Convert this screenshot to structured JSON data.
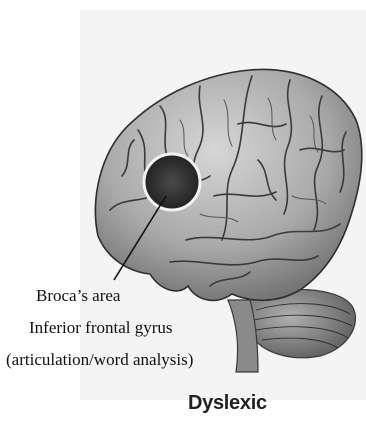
{
  "figure": {
    "label_lines": [
      "Broca’s area",
      "Inferior frontal gyrus",
      "(articulation/word analysis)"
    ],
    "title": "Dyslexic"
  },
  "colors": {
    "background": "#ffffff",
    "brain_fill": "#b8b8b8",
    "brain_shadow": "#6e6e6e",
    "sulcus_line": "#3a3a3a",
    "highlight_region": "#2c2c2c",
    "region_ring": "#f2f2f2",
    "text": "#111111"
  }
}
